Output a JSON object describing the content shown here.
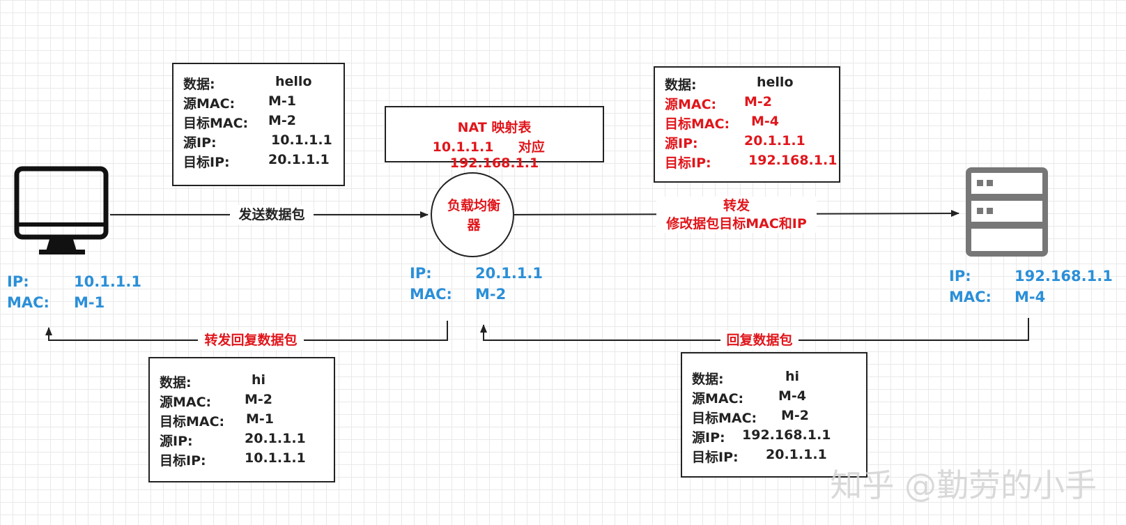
{
  "client": {
    "ip_label": "IP:",
    "ip": "10.1.1.1",
    "mac_label": "MAC:",
    "mac": "M-1"
  },
  "lb": {
    "label": "负载均衡器",
    "ip_label": "IP:",
    "ip": "20.1.1.1",
    "mac_label": "MAC:",
    "mac": "M-2"
  },
  "server": {
    "ip_label": "IP:",
    "ip": "192.168.1.1",
    "mac_label": "MAC:",
    "mac": "M-4"
  },
  "nat": {
    "title": "NAT 映射表",
    "entry_src": "10.1.1.1",
    "entry_mid": "对应",
    "entry_dst": "192.168.1.1"
  },
  "packets": {
    "request_in": {
      "data_label": "数据:",
      "data": "hello",
      "smac_label": "源MAC:",
      "smac": "M-1",
      "dmac_label": "目标MAC:",
      "dmac": "M-2",
      "sip_label": "源IP:",
      "sip": "10.1.1.1",
      "dip_label": "目标IP:",
      "dip": "20.1.1.1"
    },
    "request_out": {
      "data_label": "数据:",
      "data": "hello",
      "smac_label": "源MAC:",
      "smac": "M-2",
      "dmac_label": "目标MAC:",
      "dmac": "M-4",
      "sip_label": "源IP:",
      "sip": "20.1.1.1",
      "dip_label": "目标IP:",
      "dip": "192.168.1.1"
    },
    "reply_out": {
      "data_label": "数据:",
      "data": "hi",
      "smac_label": "源MAC:",
      "smac": "M-2",
      "dmac_label": "目标MAC:",
      "dmac": "M-1",
      "sip_label": "源IP:",
      "sip": "20.1.1.1",
      "dip_label": "目标IP:",
      "dip": "10.1.1.1"
    },
    "reply_in": {
      "data_label": "数据:",
      "data": "hi",
      "smac_label": "源MAC:",
      "smac": "M-4",
      "dmac_label": "目标MAC:",
      "dmac": "M-2",
      "sip_label": "源IP:",
      "sip": "192.168.1.1",
      "dip_label": "目标IP:",
      "dip": "20.1.1.1"
    }
  },
  "edges": {
    "send": "发送数据包",
    "forward_line1": "转发",
    "forward_line2": "修改据包目标MAC和IP",
    "reply": "回复数据包",
    "forward_reply": "转发回复数据包"
  },
  "watermark": "知乎 @勤劳的小手",
  "colors": {
    "info_blue": "#2b8fd8",
    "highlight_red": "#e0161b",
    "server_gray": "#777777",
    "line": "#222222"
  },
  "icons": {
    "client": "monitor-icon",
    "server": "server-icon"
  }
}
